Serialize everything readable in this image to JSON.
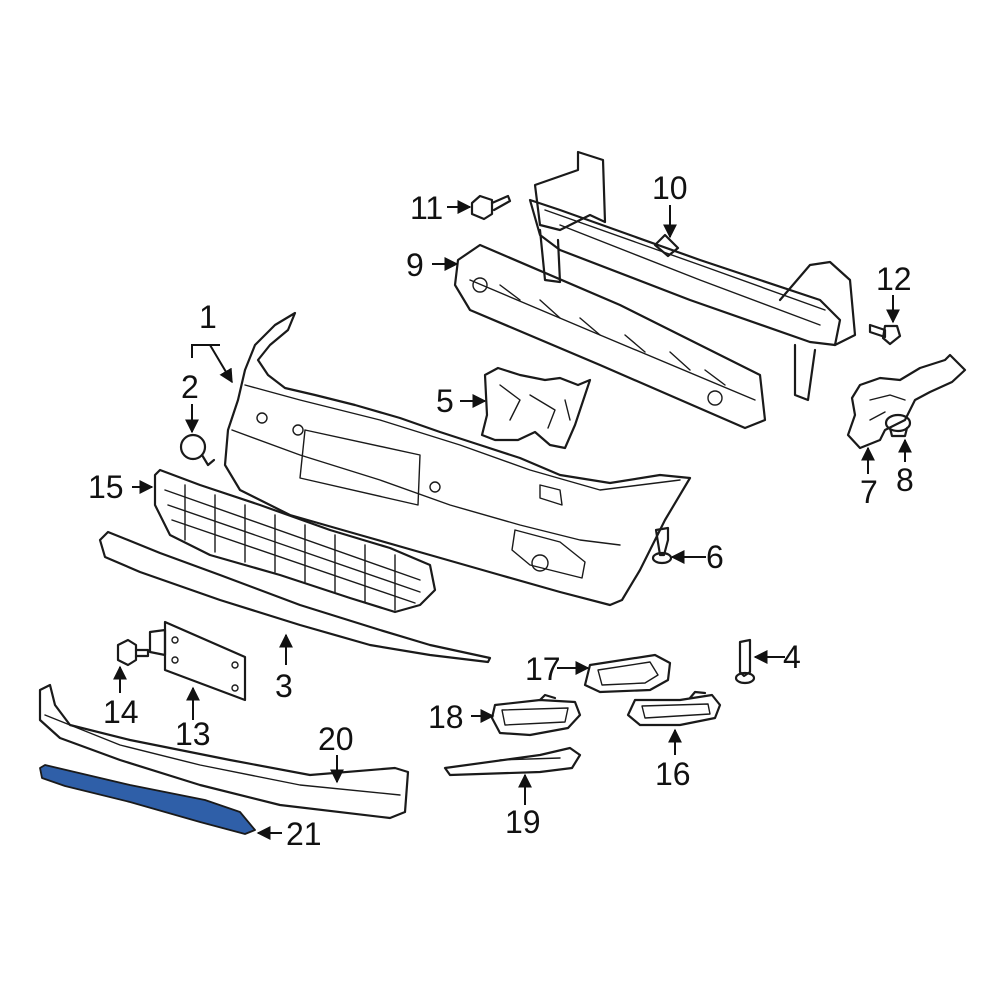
{
  "diagram": {
    "highlight_color": "#2f5fa8",
    "highlighted_part": "21",
    "callouts": {
      "c1": "1",
      "c2": "2",
      "c3": "3",
      "c4": "4",
      "c5": "5",
      "c6": "6",
      "c7": "7",
      "c8": "8",
      "c9": "9",
      "c10": "10",
      "c11": "11",
      "c12": "12",
      "c13": "13",
      "c14": "14",
      "c15": "15",
      "c16": "16",
      "c17": "17",
      "c18": "18",
      "c19": "19",
      "c20": "20",
      "c21": "21"
    }
  }
}
